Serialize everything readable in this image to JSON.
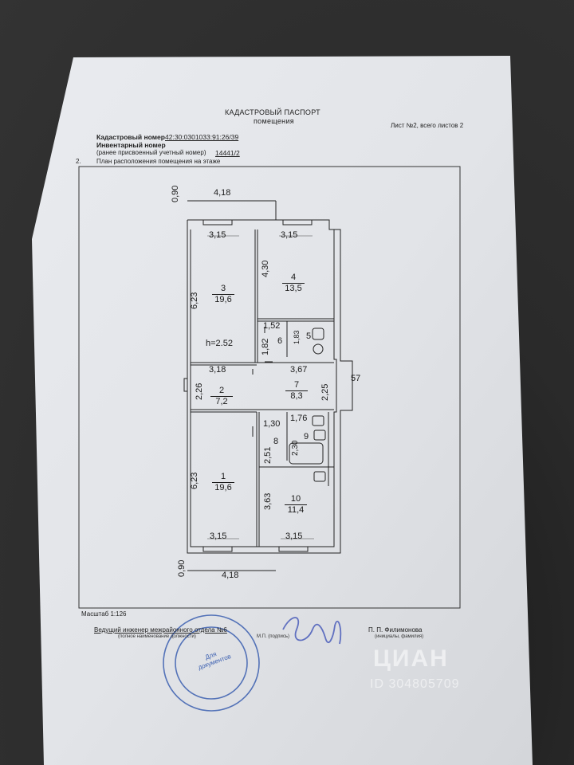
{
  "header": {
    "title_line1": "КАДАСТРОВЫЙ ПАСПОРТ",
    "title_line2": "помещения",
    "sheet_info": "Лист №2, всего листов 2",
    "cadastral_label": "Кадастровый номер",
    "cadastral_value": "42:30:0301033:91:26/39",
    "inventory_label": "Инвентарный номер",
    "inventory_prev_label": "(ранее присвоенный учетный номер)",
    "inventory_value": "14441/2",
    "section_num": "2.",
    "section_title": "План расположения помещения на этаже"
  },
  "plan": {
    "dims": {
      "top_overall": "4,18",
      "top_wall": "0,90",
      "r3_width": "3,15",
      "r4_width": "3,15",
      "r3_height": "6,23",
      "r4_height": "4,30",
      "r6_width": "1,52",
      "r6_height": "1,82",
      "r5_height": "1,83",
      "ceiling": "h=2.52",
      "r2_width": "3,18",
      "r2_height": "2,26",
      "r7_width": "3,67",
      "r7_height": "2,25",
      "balcony": "57",
      "r8_width": "1,30",
      "r9_width": "1,76",
      "r9_height": "2,30",
      "r8_height": "2,51",
      "r1_height": "6,23",
      "r10_height": "3,63",
      "r1_width": "3,15",
      "r10_width": "3,15",
      "bottom_wall": "0,90",
      "bottom_overall": "4,18"
    },
    "rooms": [
      {
        "num": "3",
        "area": "19,6"
      },
      {
        "num": "4",
        "area": "13,5"
      },
      {
        "num": "5",
        "area": ""
      },
      {
        "num": "6",
        "area": ""
      },
      {
        "num": "2",
        "area": "7,2"
      },
      {
        "num": "7",
        "area": "8,3"
      },
      {
        "num": "8",
        "area": ""
      },
      {
        "num": "9",
        "area": ""
      },
      {
        "num": "1",
        "area": "19,6"
      },
      {
        "num": "10",
        "area": "11,4"
      }
    ]
  },
  "footer": {
    "scale": "Масштаб 1:126",
    "engineer_label": "Ведущий инженер межрайонного отдела №6",
    "engineer_caption": "(полное наименование должности)",
    "seal_caption": "М.П. (подпись)",
    "name": "П. П. Филимонова",
    "name_caption": "(инициалы, фамилия)",
    "stamp_text": "Для документов"
  },
  "watermark": {
    "brand": "ЦИАН",
    "id": "ID 304805709"
  },
  "colors": {
    "paper": "#e6e8ec",
    "ink": "#1a1a1a",
    "stamp": "#3b5fb0",
    "signature": "#6070c0"
  }
}
